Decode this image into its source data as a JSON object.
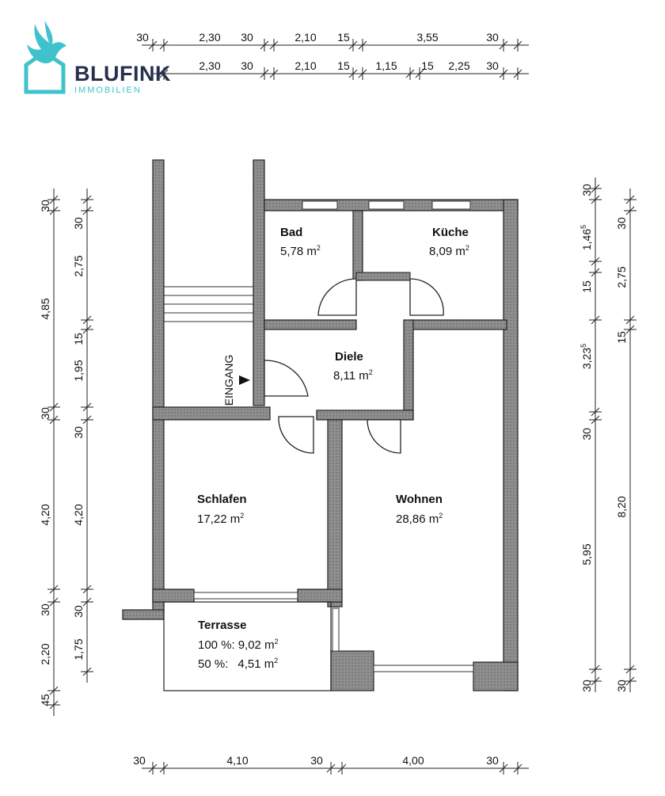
{
  "brand": {
    "name": "BLUFINK",
    "tagline": "IMMOBILIEN",
    "colors": {
      "icon": "#3fc2cc",
      "wordmark": "#262f4d"
    }
  },
  "rooms": {
    "bad": {
      "name": "Bad",
      "area": "5,78 m",
      "unit_sup": "2"
    },
    "kueche": {
      "name": "Küche",
      "area": "8,09 m",
      "unit_sup": "2"
    },
    "diele": {
      "name": "Diele",
      "area": "8,11 m",
      "unit_sup": "2"
    },
    "schlafen": {
      "name": "Schlafen",
      "area": "17,22 m",
      "unit_sup": "2"
    },
    "wohnen": {
      "name": "Wohnen",
      "area": "28,86 m",
      "unit_sup": "2"
    },
    "terrasse": {
      "name": "Terrasse",
      "line1_label": "100  %:",
      "line1_value": "9,02 m",
      "line2_label": "50 %:",
      "line2_value": "4,51 m",
      "unit_sup": "2"
    }
  },
  "entrance_label": "EINGANG",
  "dimensions": {
    "top_row1": [
      "30",
      "2,30",
      "30",
      "2,10",
      "15",
      "3,55",
      "30"
    ],
    "top_row2": [
      "2,30",
      "30",
      "2,10",
      "15",
      "1,15",
      "15",
      "2,25",
      "30"
    ],
    "bottom": [
      "30",
      "4,10",
      "30",
      "4,00",
      "30"
    ],
    "left_outer": [
      "30",
      "4,85",
      "30",
      "4,20",
      "30",
      "2,20",
      "45"
    ],
    "left_inner": [
      "30",
      "2,75",
      "15",
      "1,95",
      "30",
      "4,20",
      "30",
      "1,75"
    ],
    "right_outer": [
      "30",
      "1,46",
      "15",
      "3,23",
      "30",
      "5,95",
      "30"
    ],
    "right_outer_sup": {
      "a": "5",
      "b": "5"
    },
    "right_inner": [
      "30",
      "2,75",
      "15",
      "8,20",
      "30"
    ]
  }
}
